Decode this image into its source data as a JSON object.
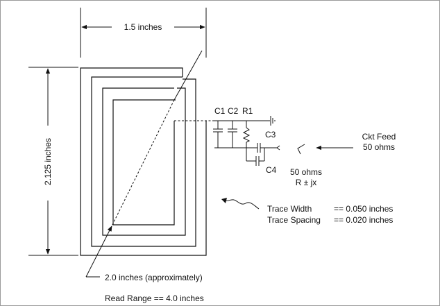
{
  "dimensions": {
    "width_label": "1.5 inches",
    "height_label": "2.125 inches",
    "diagonal_label": "2.0 inches (approximately)",
    "read_range_label": "Read Range == 4.0 inches"
  },
  "components": {
    "c1": "C1",
    "c2": "C2",
    "r1": "R1",
    "c3": "C3",
    "c4": "C4"
  },
  "feed": {
    "line1": "Ckt Feed",
    "line2": "50 ohms"
  },
  "impedance": {
    "line1": "50 ohms",
    "line2": "R ± jx"
  },
  "trace": {
    "width_label": "Trace Width",
    "width_value": "== 0.050 inches",
    "spacing_label": "Trace Spacing",
    "spacing_value": "== 0.020 inches"
  }
}
